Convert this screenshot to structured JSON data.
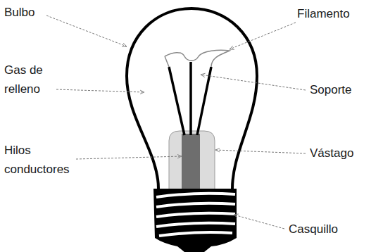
{
  "diagram": {
    "labels": [
      "Bulbo",
      "Filamento",
      "Gas de relleno",
      "Soporte",
      "Hilos conductores",
      "Vástago",
      "Casquillo"
    ]
  }
}
